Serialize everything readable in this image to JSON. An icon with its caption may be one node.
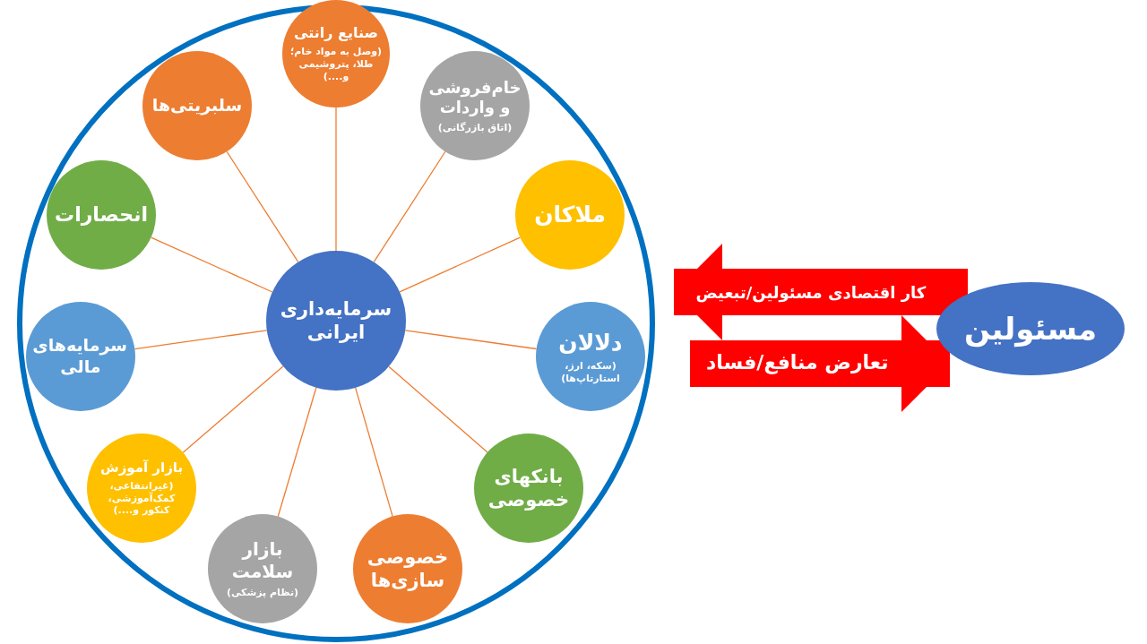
{
  "diagram": {
    "nodes": [
      {
        "text": [],
        "shape": "circle"
      },
      {
        "text": [
          "سرمایه‌داری ایرانی"
        ],
        "in": 0
      },
      {
        "text": [
          "صنایع رانتی",
          "(وصل به مواد خام؛ طلا، پتروشیمی و....)"
        ],
        "in": 0
      },
      {
        "text": [
          "خام‌فروشی و واردات",
          "(اتاق بازرگانی)"
        ],
        "in": 0
      },
      {
        "text": [
          "ملاکان"
        ],
        "in": 0
      },
      {
        "text": [
          "دلالان",
          "(سکه، ارز، استارتاپ‌ها)"
        ],
        "in": 0
      },
      {
        "text": [
          "بانکهای خصوصی"
        ],
        "in": 0
      },
      {
        "text": [
          "خصوصی سازی‌ها"
        ],
        "in": 0
      },
      {
        "text": [
          "بازار سلامت",
          "(نظام پزشکی)"
        ],
        "in": 0
      },
      {
        "text": [
          "بازار آموزش",
          "(غیرانتفاعی، کمک‌آموزشی، کنکور و....)"
        ],
        "in": 0
      },
      {
        "text": [
          "سرمایه‌های مالی"
        ],
        "in": 0
      },
      {
        "text": [
          "انحصارات"
        ],
        "in": 0
      },
      {
        "text": [
          "سلبریتی‌ها"
        ],
        "in": 0
      },
      {
        "text": [
          "مسئولین"
        ]
      }
    ],
    "edges": [
      {
        "from": 1,
        "to": 2,
        "arrow": "none"
      },
      {
        "from": 1,
        "to": 3,
        "arrow": "none"
      },
      {
        "from": 1,
        "to": 4,
        "arrow": "none"
      },
      {
        "from": 1,
        "to": 5,
        "arrow": "none"
      },
      {
        "from": 1,
        "to": 6,
        "arrow": "none"
      },
      {
        "from": 1,
        "to": 7,
        "arrow": "none"
      },
      {
        "from": 1,
        "to": 8,
        "arrow": "none"
      },
      {
        "from": 1,
        "to": 9,
        "arrow": "none"
      },
      {
        "from": 1,
        "to": 10,
        "arrow": "none"
      },
      {
        "from": 1,
        "to": 11,
        "arrow": "none"
      },
      {
        "from": 1,
        "to": 12,
        "arrow": "none"
      },
      {
        "from": 13,
        "to": 0,
        "arrow": "to",
        "label": "کار اقتصادی مسئولین/تبعیض",
        "style": "thick",
        "color": "#ff0000"
      },
      {
        "from": 0,
        "to": 13,
        "arrow": "to",
        "label": "تعارض منافع/فساد",
        "style": "thick",
        "color": "#ff0000"
      }
    ]
  }
}
